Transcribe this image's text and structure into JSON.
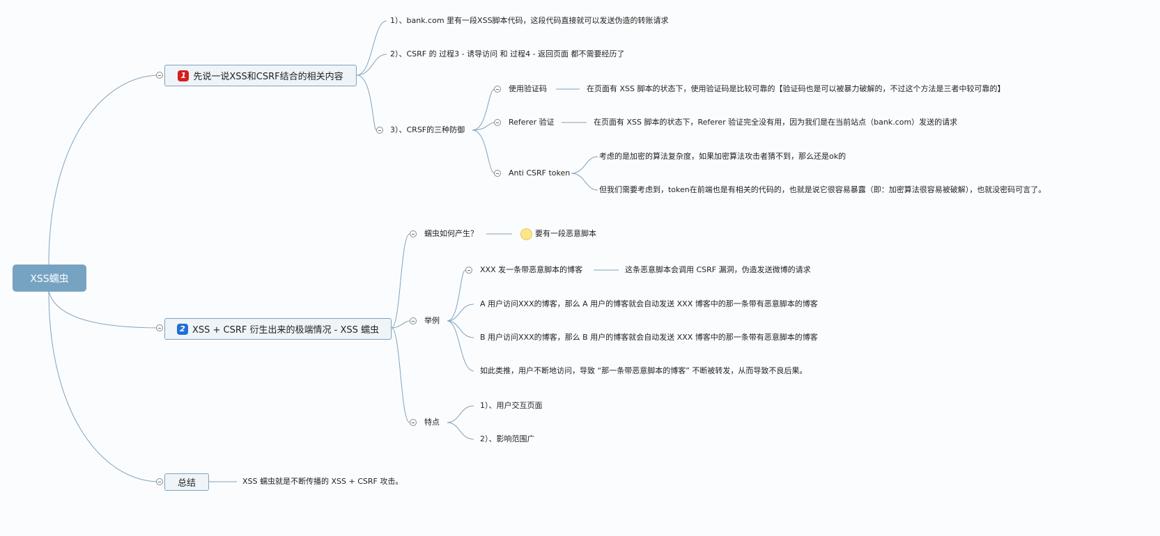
{
  "root": "XSS蠕虫",
  "colors": {
    "root": "#77a3c3",
    "line": "#7ea3c0",
    "badge1": "#d42020",
    "badge2": "#1f6fd6"
  },
  "t1": {
    "badge": "1",
    "label": "先说一说XSS和CSRF结合的相关内容",
    "items": [
      "1）、bank.com 里有一段XSS脚本代码，这段代码直接就可以发送伪造的转账请求",
      "2）、CSRF 的 过程3 - 诱导访问 和 过程4 - 返回页面 都不需要经历了",
      "3）、CRSF的三种防御"
    ],
    "defenses": [
      {
        "label": "使用验证码",
        "note": "在页面有 XSS 脚本的状态下，使用验证码是比较可靠的【验证码也是可以被暴力破解的，不过这个方法是三者中较可靠的】"
      },
      {
        "label": "Referer 验证",
        "note": "在页面有 XSS 脚本的状态下，Referer 验证完全没有用，因为我们是在当前站点（bank.com）发送的请求"
      },
      {
        "label": "Anti CSRF token",
        "notes": [
          "考虑的是加密的算法复杂度，如果加密算法攻击者猜不到，那么还是ok的",
          "但我们需要考虑到，token在前端也是有相关的代码的，也就是说它很容易暴露（即：加密算法很容易被破解），也就没密码可言了。"
        ]
      }
    ]
  },
  "t2": {
    "badge": "2",
    "label": "XSS + CSRF 衍生出来的极端情况 - XSS 蠕虫",
    "how": {
      "label": "蠕虫如何产生？",
      "note": "要有一段恶意脚本"
    },
    "example": {
      "label": "举例",
      "first": "XXX 发一条带恶意脚本的博客",
      "first_note": "这条恶意脚本会调用 CSRF 漏洞，伪造发送微博的请求",
      "items": [
        "A 用户访问XXX的博客，那么 A 用户的博客就会自动发送 XXX 博客中的那一条带有恶意脚本的博客",
        "B 用户访问XXX的博客，那么 B 用户的博客就会自动发送 XXX 博客中的那一条带有恶意脚本的博客",
        "如此类推，用户不断地访问，导致 “那一条带恶意脚本的博客” 不断被转发，从而导致不良后果。"
      ]
    },
    "features": {
      "label": "特点",
      "items": [
        "1）、用户交互页面",
        "2）、影响范围广"
      ]
    }
  },
  "t3": {
    "label": "总结",
    "note": "XSS 蠕虫就是不断传播的 XSS + CSRF 攻击。"
  }
}
